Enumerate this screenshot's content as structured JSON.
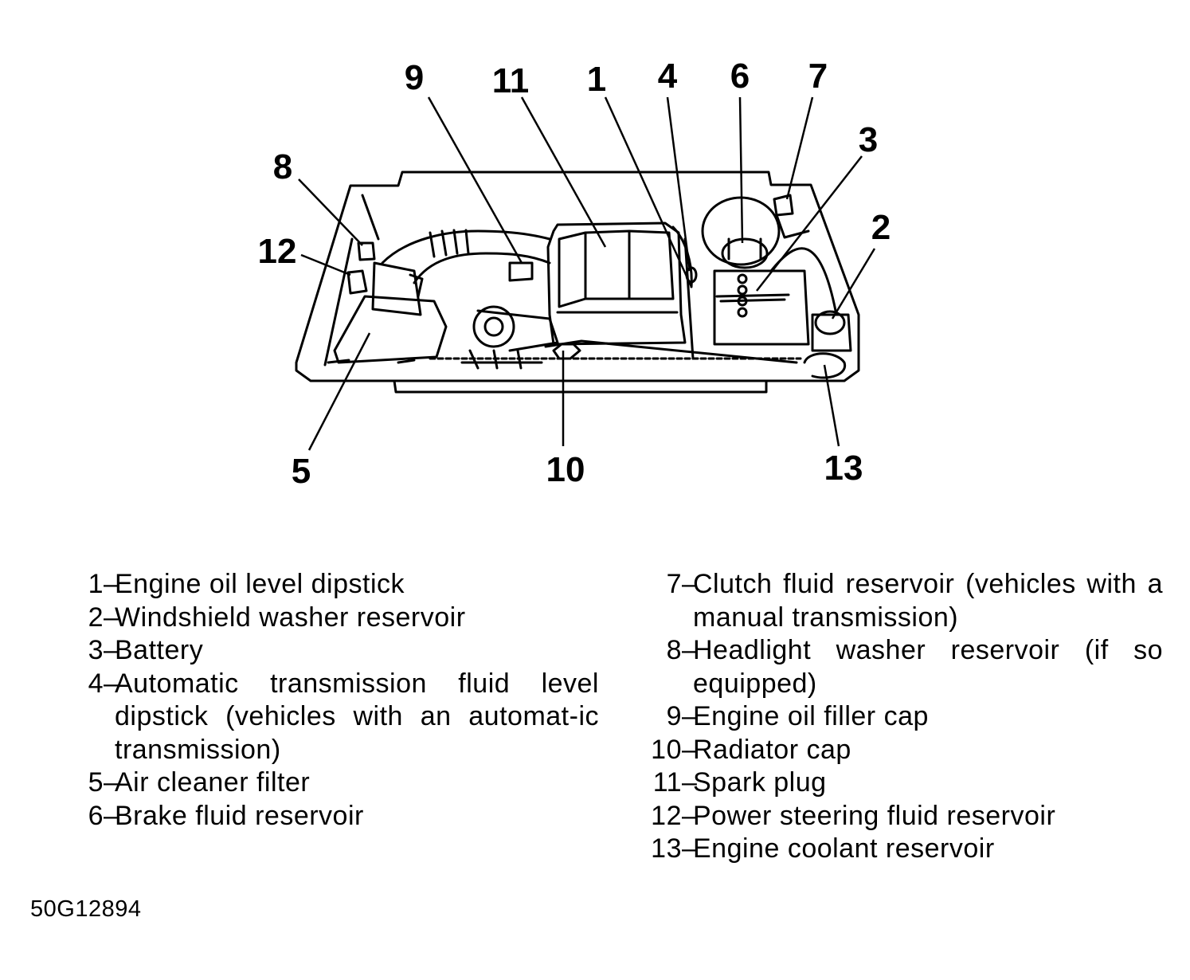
{
  "callouts": [
    {
      "num": "1",
      "name": "Engine oil level dipstick"
    },
    {
      "num": "2",
      "name": "Windshield washer reservoir"
    },
    {
      "num": "3",
      "name": "Battery"
    },
    {
      "num": "4",
      "name": "Automatic transmission fluid level dipstick (vehicles with an automatic transmission)"
    },
    {
      "num": "5",
      "name": "Air cleaner filter"
    },
    {
      "num": "6",
      "name": "Brake fluid reservoir"
    },
    {
      "num": "7",
      "name": "Clutch fluid reservoir (vehicles with a manual transmission)"
    },
    {
      "num": "8",
      "name": "Headlight washer reservoir (if so equipped)"
    },
    {
      "num": "9",
      "name": "Engine oil filler cap"
    },
    {
      "num": "10",
      "name": "Radiator cap"
    },
    {
      "num": "11",
      "name": "Spark plug"
    },
    {
      "num": "12",
      "name": "Power steering fluid reservoir"
    },
    {
      "num": "13",
      "name": "Engine coolant reservoir"
    }
  ],
  "legend": {
    "left": [
      {
        "num": "1",
        "text": "Engine oil level dipstick"
      },
      {
        "num": "2",
        "text": "Windshield washer reservoir"
      },
      {
        "num": "3",
        "text": "Battery"
      },
      {
        "num": "4",
        "text": "Automatic transmission fluid level dipstick (vehicles with an automat-ic transmission)"
      },
      {
        "num": "5",
        "text": "Air cleaner filter"
      },
      {
        "num": "6",
        "text": "Brake fluid reservoir"
      }
    ],
    "right": [
      {
        "num": " 7",
        "text": "Clutch fluid reservoir (vehicles with a manual transmission)"
      },
      {
        "num": " 8",
        "text": "Headlight washer reservoir (if so equipped)"
      },
      {
        "num": " 9",
        "text": "Engine oil filler cap"
      },
      {
        "num": "10",
        "text": "Radiator cap"
      },
      {
        "num": "11",
        "text": "Spark plug"
      },
      {
        "num": "12",
        "text": "Power steering fluid reservoir"
      },
      {
        "num": "13",
        "text": "Engine coolant reservoir"
      }
    ]
  },
  "figure_code": "50G12894",
  "colors": {
    "ink": "#000000",
    "paper": "#ffffff"
  }
}
